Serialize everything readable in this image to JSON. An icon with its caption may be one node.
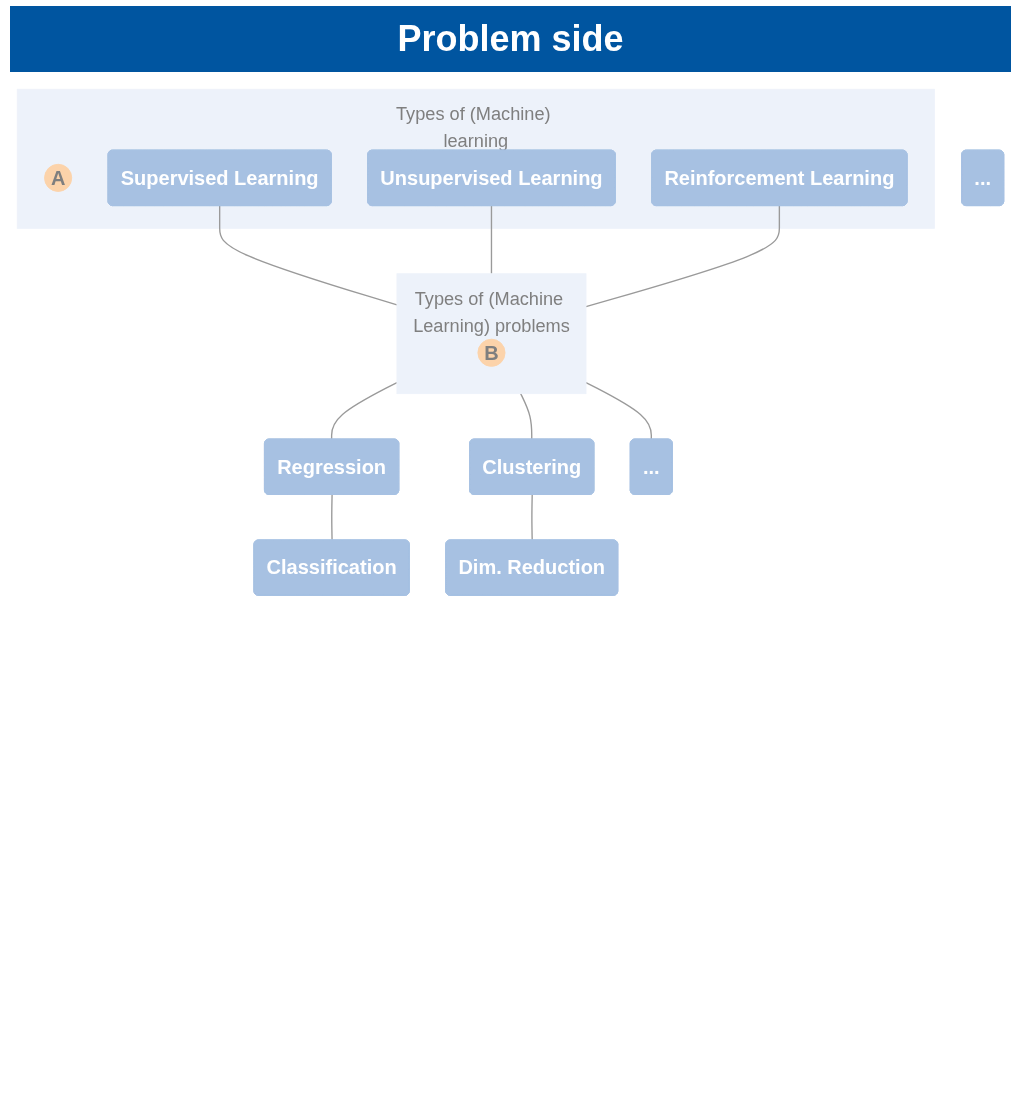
{
  "diagram": {
    "title": "Problem side",
    "nodes": [
      {
        "text": [
          "Types of (Machine) learning"
        ]
      },
      {
        "text": [
          "A"
        ],
        "in": 0
      },
      {
        "text": [
          "Supervised Learning"
        ],
        "in": 0
      },
      {
        "text": [
          "Unsupervised Learning"
        ],
        "in": 0
      },
      {
        "text": [
          "Reinforcement Learning"
        ],
        "in": 0
      },
      {
        "text": [
          "Types of (Machine Learning) problems"
        ]
      },
      {
        "text": [
          "B"
        ],
        "in": 5
      },
      {
        "text": [
          "Regression"
        ]
      },
      {
        "text": [
          "Clustering"
        ]
      },
      {
        "text": [
          "..."
        ]
      },
      {
        "text": [
          "Classification"
        ]
      },
      {
        "text": [
          "Dim. Reduction"
        ]
      },
      {
        "text": [
          "..."
        ]
      }
    ],
    "edges": [
      {
        "from": 2,
        "to": 5,
        "arrow": "none"
      },
      {
        "from": 3,
        "to": 5,
        "arrow": "none"
      },
      {
        "from": 4,
        "to": 5,
        "arrow": "none"
      },
      {
        "from": 5,
        "to": 7,
        "arrow": "none"
      },
      {
        "from": 5,
        "to": 8,
        "arrow": "none"
      },
      {
        "from": 5,
        "to": 9,
        "arrow": "none"
      },
      {
        "from": 7,
        "to": 10,
        "arrow": "none"
      },
      {
        "from": 8,
        "to": 11,
        "arrow": "none"
      }
    ]
  }
}
